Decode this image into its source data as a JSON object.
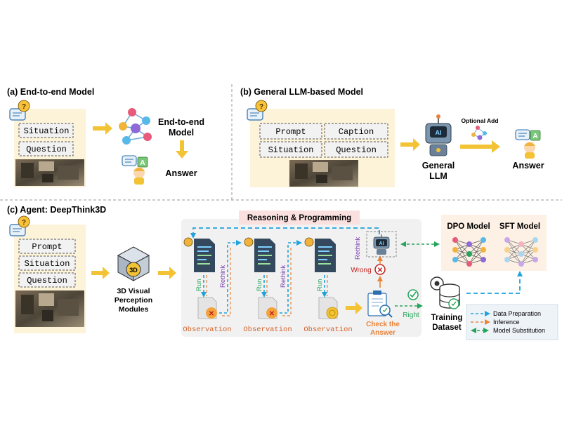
{
  "panel_a": {
    "title": "(a) End-to-end Model",
    "boxes": [
      "Situation",
      "Question"
    ],
    "model_label_line1": "End-to-end",
    "model_label_line2": "Model",
    "answer": "Answer",
    "answer_badge": "A"
  },
  "panel_b": {
    "title": "(b) General LLM-based Model",
    "boxes": [
      "Prompt",
      "Caption",
      "Situation",
      "Question"
    ],
    "llm_label_line1": "General",
    "llm_label_line2": "LLM",
    "optional_add": "Optional Add",
    "answer": "Answer",
    "answer_badge": "A",
    "ai_chip": "AI"
  },
  "panel_c": {
    "title": "(c) Agent: DeepThink3D",
    "boxes": [
      "Prompt",
      "Situation",
      "Question"
    ],
    "perception_line1": "3D Visual",
    "perception_line2": "Perception",
    "perception_line3": "Modules",
    "cube_badge": "3D",
    "reasoning_title": "Reasoning & Programming",
    "run": "Run",
    "rethink": "Rethink",
    "observation": "Observation",
    "wrong": "Wrong",
    "right": "Right",
    "check_line1": "Check the",
    "check_line2": "Answer",
    "training_line1": "Training",
    "training_line2": "Dataset",
    "dpo_model": "DPO Model",
    "sft_model": "SFT Model",
    "ai_chip": "AI"
  },
  "legend": [
    {
      "label": "Data Preparation",
      "color": "#1fa3dc"
    },
    {
      "label": "Inference",
      "color": "#e8843a"
    },
    {
      "label": "Model Substitution",
      "color": "#27a35a"
    }
  ],
  "colors": {
    "input_bg": "#fdf3d8",
    "arrow_yellow": "#f3c336",
    "blue": "#1fa3dc",
    "orange": "#e8843a",
    "green": "#27a35a",
    "purple": "#7a3fb0",
    "reasoning_bg": "#f1f1f1",
    "reasoning_title_bg": "#fbe0e0",
    "model_bg": "#fdf0e4"
  }
}
